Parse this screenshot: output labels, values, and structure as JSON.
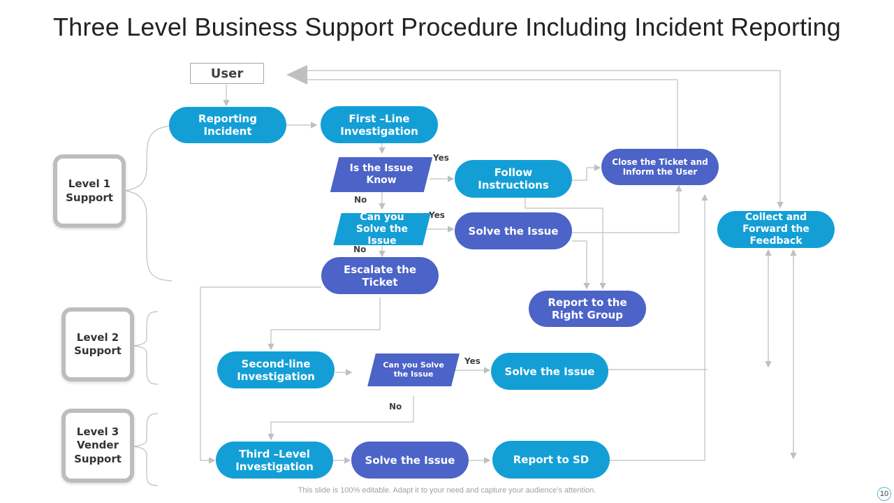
{
  "title": "Three Level Business Support Procedure Including Incident Reporting",
  "colors": {
    "cyan": "#139fd6",
    "blue": "#4c63c7",
    "connector": "#bfbfbf",
    "level_border": "#bdbdbd"
  },
  "user": "User",
  "levels": [
    {
      "id": "level-1",
      "label": "Level 1 Support"
    },
    {
      "id": "level-2",
      "label": "Level 2 Support"
    },
    {
      "id": "level-3",
      "label": "Level 3 Vender Support"
    }
  ],
  "nodes": {
    "reporting_incident": "Reporting Incident",
    "first_line": "First –Line Investigation",
    "is_issue_known": "Is the Issue Know",
    "follow_instructions": "Follow Instructions",
    "close_ticket": "Close the Ticket and Inform the User",
    "can_solve_1": "Can you Solve the Issue",
    "solve_1": "Solve the Issue",
    "escalate": "Escalate the Ticket",
    "report_right_group": "Report to the Right Group",
    "collect_feedback": "Collect and Forward the Feedback",
    "second_line": "Second-line Investigation",
    "can_solve_2": "Can you Solve the Issue",
    "solve_2": "Solve the Issue",
    "third_level": "Third –Level Investigation",
    "solve_3": "Solve the Issue",
    "report_sd": "Report to SD"
  },
  "labels": {
    "yes": "Yes",
    "no": "No"
  },
  "footer": "This slide is 100% editable. Adapt it to your need and capture your audience’s attention.",
  "page_number": "10"
}
